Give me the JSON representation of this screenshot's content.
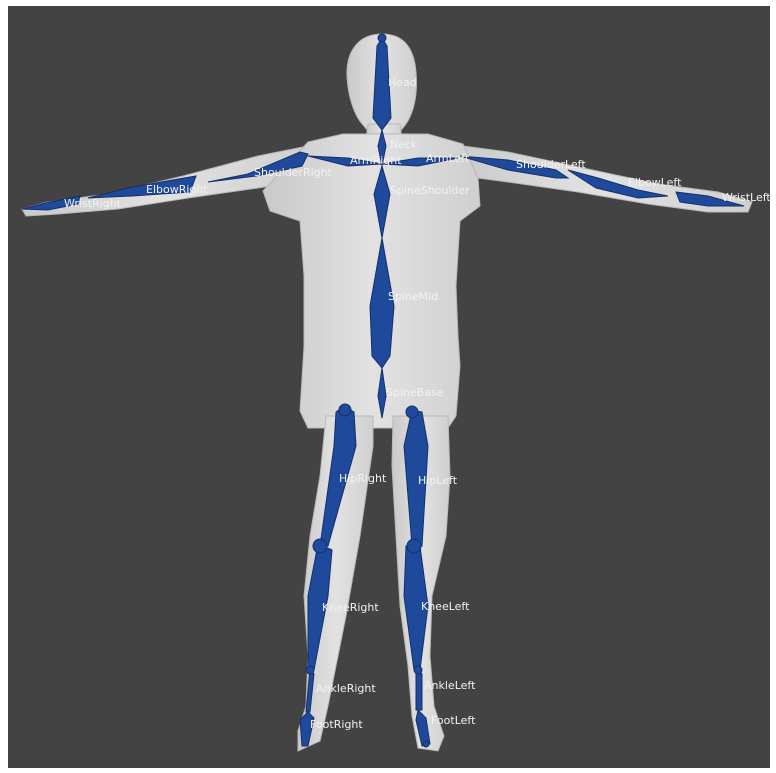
{
  "viewport": {
    "background": "#434343",
    "body_color": "#d8d8d8",
    "bone_color": "#1f4a9c"
  },
  "labels": {
    "head": "Head",
    "neck": "Neck",
    "arm_right": "ArmRight",
    "arm_left": "ArmLeft",
    "shoulder_right": "ShoulderRight",
    "shoulder_left": "ShoulderLeft",
    "elbow_right": "ElbowRight",
    "elbow_left": "ElbowLeft",
    "wrist_right": "WristRight",
    "wrist_left": "WristLeft",
    "spine_shoulder": "SpineShoulder",
    "spine_mid": "SpineMid",
    "spine_base": "SpineBase",
    "hip_right": "HipRight",
    "hip_left": "HipLeft",
    "knee_right": "KneeRight",
    "knee_left": "KneeLeft",
    "ankle_right": "AnkleRight",
    "ankle_left": "AnkleLeft",
    "foot_right": "FootRight",
    "foot_left": "FootLeft"
  }
}
